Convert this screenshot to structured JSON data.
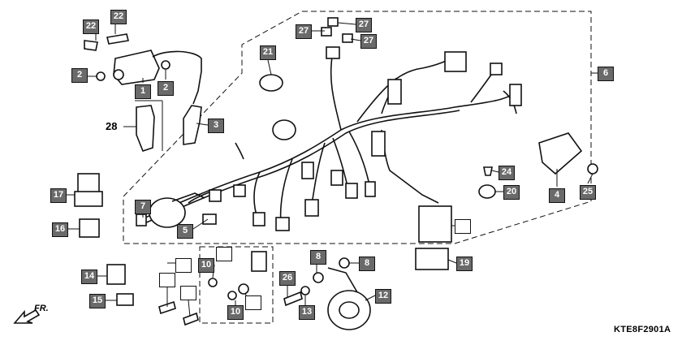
{
  "diagram": {
    "callout_labels": [
      "22",
      "22",
      "2",
      "2",
      "1",
      "3",
      "28",
      "21",
      "27",
      "27",
      "27",
      "6",
      "17",
      "16",
      "7",
      "5",
      "24",
      "20",
      "4",
      "25",
      "14",
      "15",
      "10",
      "10",
      "26",
      "13",
      "8",
      "8",
      "12",
      "19"
    ],
    "dark_callouts": [
      "22",
      "2",
      "1",
      "3",
      "21",
      "27",
      "6",
      "17",
      "16",
      "7",
      "5",
      "24",
      "20",
      "4",
      "25",
      "14",
      "15",
      "10",
      "26",
      "13",
      "8",
      "12",
      "19"
    ],
    "plain_callouts": [
      "28"
    ],
    "blank_callout_count": 6,
    "direction_marker": "FR.",
    "figure_code": "KTE8F2901A"
  }
}
